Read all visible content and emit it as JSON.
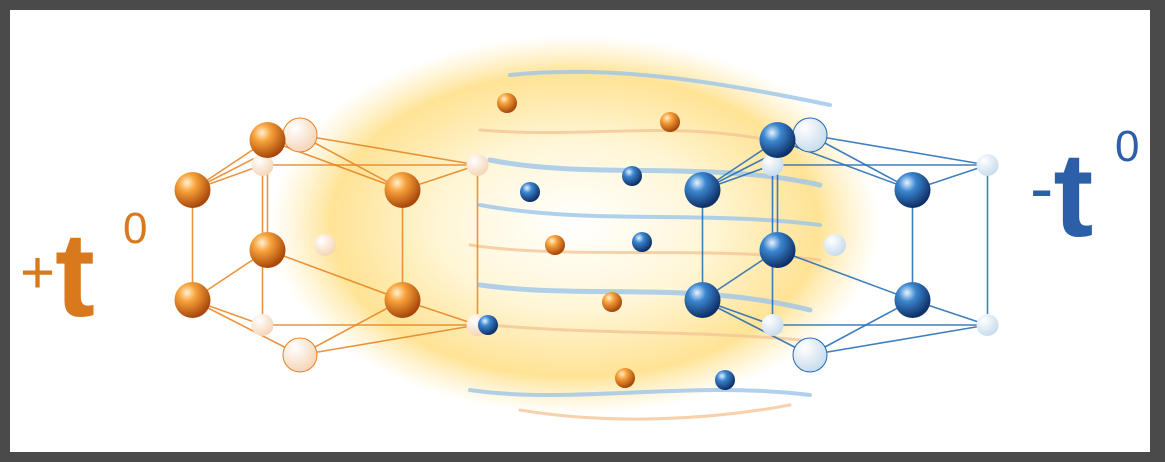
{
  "labels": {
    "hot": {
      "sign": "+",
      "letter": "t",
      "superscript": "0"
    },
    "cold": {
      "sign": "-",
      "letter": "t",
      "superscript": "0"
    }
  },
  "colors": {
    "hot": "#e8821f",
    "hot_dark": "#b9520c",
    "hot_light": "#ffd190",
    "cold": "#1f69b4",
    "cold_dark": "#163e78",
    "cold_light": "#bcd9f6",
    "cold_label": "#2b5fa8",
    "hot_label": "#d9791e",
    "glow": "#ffe38a",
    "stream_blue": "#9cc6ea",
    "stream_orange": "#f4c596"
  },
  "icons": {
    "hot_lattice": "hexagonal-crystal-lattice-icon",
    "cold_lattice": "hexagonal-crystal-lattice-icon",
    "free_particle": "sphere-particle-icon"
  }
}
